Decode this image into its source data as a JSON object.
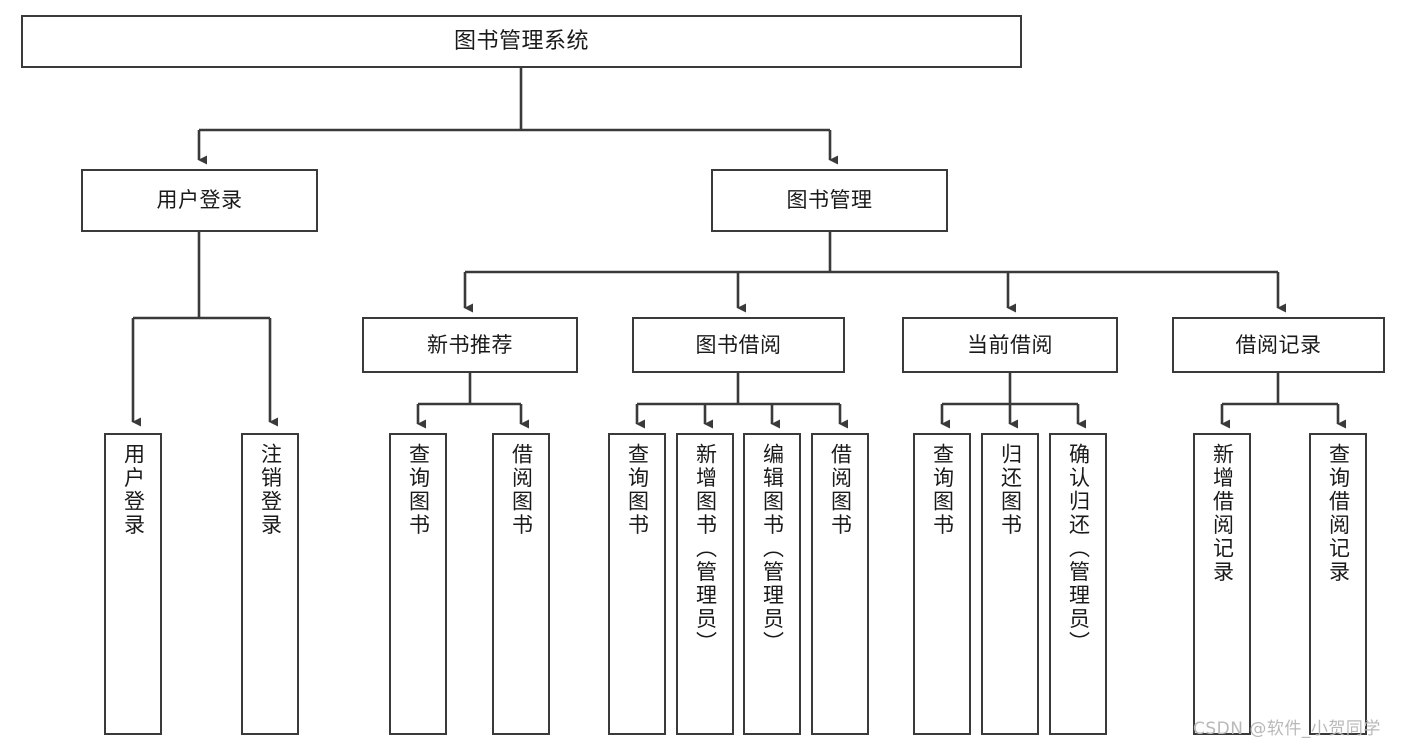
{
  "diagram": {
    "type": "tree-hierarchy-chart",
    "title": "图书管理系统",
    "watermark": "CSDN @软件_小贺同学",
    "colors": {
      "stroke": "#3a3a3a",
      "fill": "#ffffff",
      "text": "#1a1a1a",
      "watermark": "#b9b9b9"
    },
    "levels": {
      "root": {
        "label": "图书管理系统"
      },
      "level2": [
        {
          "id": "user-login",
          "label": "用户登录"
        },
        {
          "id": "book-management",
          "label": "图书管理"
        }
      ],
      "level3": [
        {
          "id": "new-book-recommend",
          "label": "新书推荐",
          "parent": "book-management"
        },
        {
          "id": "book-borrow",
          "label": "图书借阅",
          "parent": "book-management"
        },
        {
          "id": "current-borrow",
          "label": "当前借阅",
          "parent": "book-management"
        },
        {
          "id": "borrow-record",
          "label": "借阅记录",
          "parent": "book-management"
        }
      ],
      "leaves": [
        {
          "id": "leaf-user-login",
          "label": "用户登录",
          "parent": "user-login"
        },
        {
          "id": "leaf-logout-login",
          "label": "注销登录",
          "parent": "user-login"
        },
        {
          "id": "leaf-query-book-1",
          "label": "查询图书",
          "parent": "new-book-recommend"
        },
        {
          "id": "leaf-borrow-book-1",
          "label": "借阅图书",
          "parent": "new-book-recommend"
        },
        {
          "id": "leaf-query-book-2",
          "label": "查询图书",
          "parent": "book-borrow"
        },
        {
          "id": "leaf-add-book",
          "label": "新增图书（管理员）",
          "parent": "book-borrow"
        },
        {
          "id": "leaf-edit-book",
          "label": "编辑图书（管理员）",
          "parent": "book-borrow"
        },
        {
          "id": "leaf-borrow-book-2",
          "label": "借阅图书",
          "parent": "book-borrow"
        },
        {
          "id": "leaf-query-book-3",
          "label": "查询图书",
          "parent": "current-borrow"
        },
        {
          "id": "leaf-return-book",
          "label": "归还图书",
          "parent": "current-borrow"
        },
        {
          "id": "leaf-confirm-return",
          "label": "确认归还（管理员）",
          "parent": "current-borrow"
        },
        {
          "id": "leaf-add-record",
          "label": "新增借阅记录",
          "parent": "borrow-record"
        },
        {
          "id": "leaf-query-record",
          "label": "查询借阅记录",
          "parent": "borrow-record"
        }
      ]
    }
  }
}
